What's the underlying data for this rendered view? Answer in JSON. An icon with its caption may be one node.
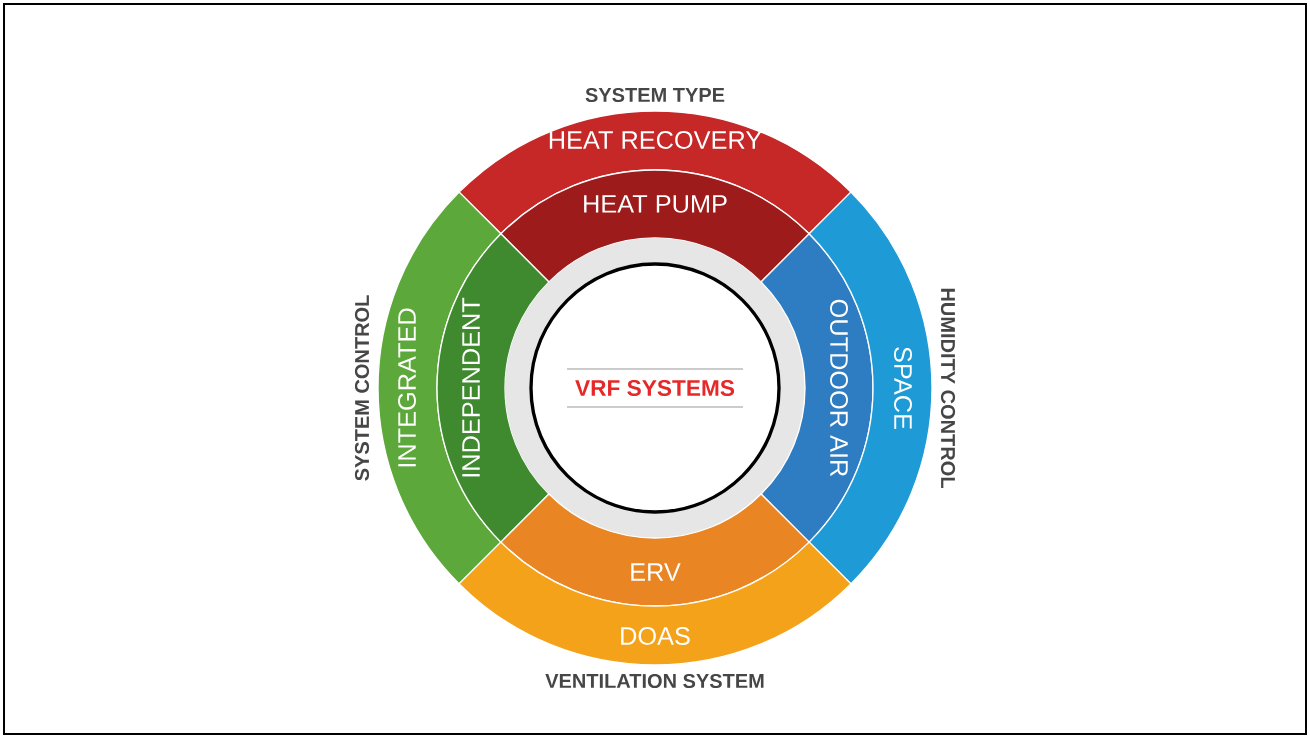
{
  "diagram": {
    "nodes": [
      {
        "text": [
          "HEAT RECOVERY"
        ]
      },
      {
        "text": [
          "HEAT PUMP"
        ]
      },
      {
        "text": [
          "INTEGRATED"
        ]
      },
      {
        "text": [
          "INDEPENDENT"
        ]
      },
      {
        "text": [
          "VRF SYSTEMS"
        ]
      },
      {
        "text": [
          "OUTDOOR AIR"
        ]
      },
      {
        "text": [
          "SPACE"
        ]
      },
      {
        "text": [
          "ERV"
        ]
      },
      {
        "text": [
          "DOAS"
        ]
      }
    ],
    "labels": [
      "SYSTEM TYPE",
      "SYSTEM CONTROL",
      "HUMIDITY CONTROL",
      "VENTILATION SYSTEM"
    ]
  }
}
